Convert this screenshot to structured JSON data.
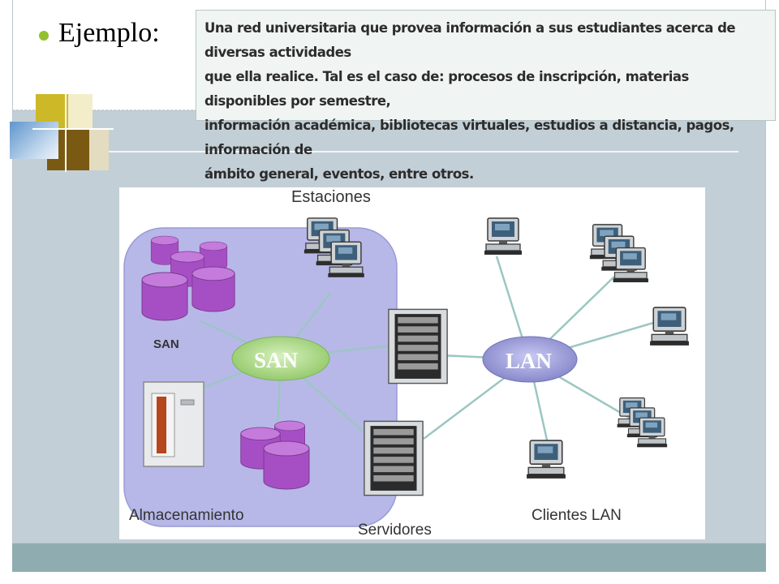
{
  "slide": {
    "heading": "Ejemplo:",
    "note_lines": [
      "Una red universitaria que provea información a sus estudiantes acerca de diversas actividades",
      "que ella realice.  Tal es el caso de: procesos de inscripción, materias disponibles por semestre,",
      "información académica, bibliotecas virtuales, estudios a distancia, pagos, información de",
      "ámbito general, eventos, entre otros."
    ]
  },
  "diagram": {
    "labels": {
      "estaciones": "Estaciones",
      "san_storage": "SAN",
      "san_hub": "SAN",
      "lan_hub": "LAN",
      "almacenamiento": "Almacenamiento",
      "servidores": "Servidores",
      "clientes_lan": "Clientes LAN"
    }
  },
  "colors": {
    "accent_green": "#93c02c",
    "slide_body": "#c3cfd6",
    "footer": "#8fadb0",
    "hub_purple": "#8e8fd0",
    "hub_green": "#9ed07e",
    "cylinder_purple": "#a64fc4",
    "san_zone": "#b7b8e8"
  }
}
